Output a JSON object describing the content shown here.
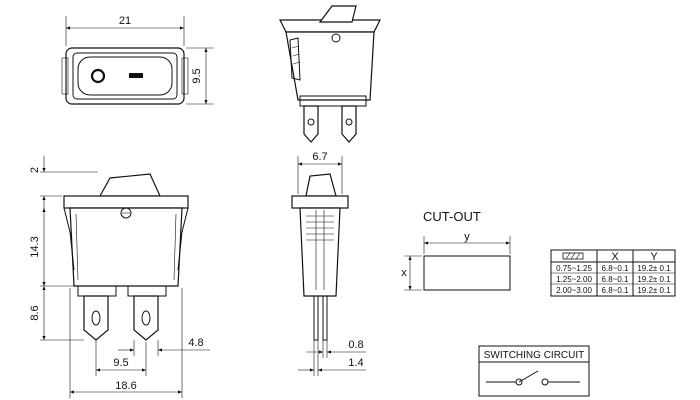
{
  "dimensions": {
    "top_width": "21",
    "top_height": "9.5",
    "side_width": "6.7",
    "cap_height": "2",
    "body_height": "14.3",
    "terminal_height": "8.6",
    "terminal_spacing": "9.5",
    "terminal_width": "4.8",
    "overall_width": "18.6",
    "pin_thickness": "0.8",
    "pin_spacing": "1.4"
  },
  "cutout": {
    "title": "CUT-OUT",
    "x_label": "x",
    "y_label": "y"
  },
  "table": {
    "headers": [
      "",
      "X",
      "Y"
    ],
    "rows": [
      [
        "0.75~1.25",
        "6.8~0.1",
        "19.2± 0.1"
      ],
      [
        "1.25~2.00",
        "6.8~0.1",
        "19.2± 0.1"
      ],
      [
        "2.00~3.00",
        "6.8~0.1",
        "19.2± 0.1"
      ]
    ]
  },
  "switching_circuit": {
    "title": "SWITCHING CIRCUIT"
  },
  "icons": [
    "power-on-symbol",
    "power-off-symbol"
  ]
}
